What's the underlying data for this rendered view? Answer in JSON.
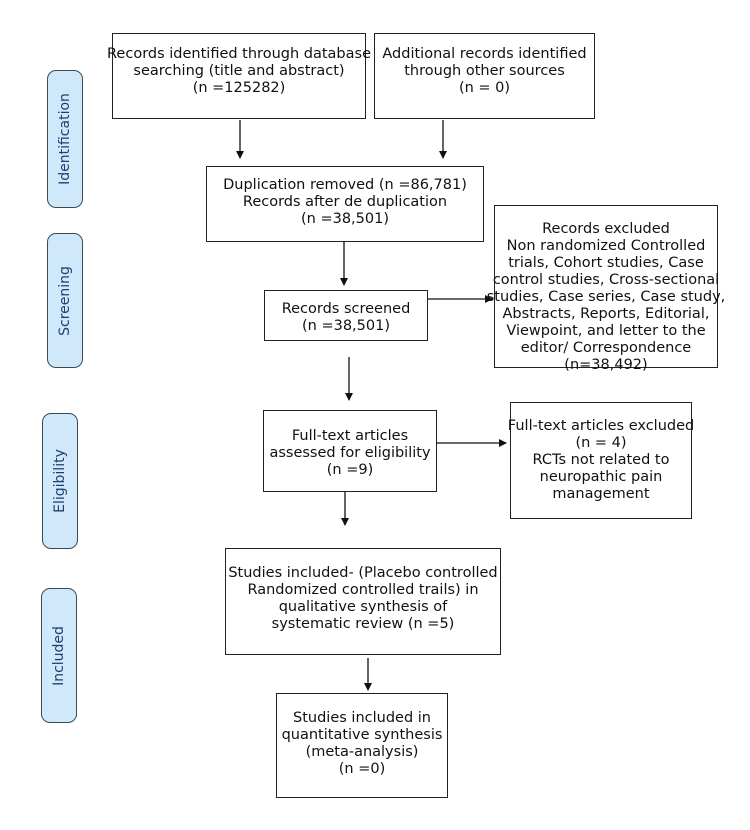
{
  "stages": [
    {
      "label": "Identification"
    },
    {
      "label": "Screening"
    },
    {
      "label": "Eligibility"
    },
    {
      "label": "Included"
    }
  ],
  "boxes": {
    "db_records": {
      "lines": [
        "Records identified through database",
        "searching (title and abstract)",
        "(n =125282)"
      ]
    },
    "other_records": {
      "lines": [
        "Additional records identified",
        "through other sources",
        "(n = 0)"
      ]
    },
    "dedup": {
      "lines": [
        "Duplication removed (n =86,781)",
        "Records after de duplication",
        "(n =38,501)"
      ]
    },
    "screened": {
      "lines": [
        "Records screened",
        "(n =38,501)"
      ]
    },
    "excluded": {
      "lines": [
        "Records excluded",
        "Non randomized Controlled",
        "trials, Cohort studies, Case",
        "control studies, Cross-sectional",
        "studies, Case series, Case study,",
        "Abstracts, Reports, Editorial,",
        "Viewpoint, and letter to the",
        "editor/ Correspondence",
        "(n=38,492)"
      ]
    },
    "fulltext": {
      "lines": [
        "Full-text articles",
        "assessed for eligibility",
        "(n =9)"
      ]
    },
    "fulltext_excluded": {
      "lines": [
        "Full-text articles excluded",
        "(n = 4)",
        "RCTs not related to",
        "neuropathic pain",
        "management"
      ]
    },
    "qualitative": {
      "lines": [
        "Studies included- (Placebo controlled",
        "Randomized controlled trails) in",
        "qualitative synthesis of",
        "systematic review (n =5)"
      ]
    },
    "quantitative": {
      "lines": [
        "Studies included in",
        "quantitative synthesis",
        "(meta-analysis)",
        "(n =0)"
      ]
    }
  }
}
